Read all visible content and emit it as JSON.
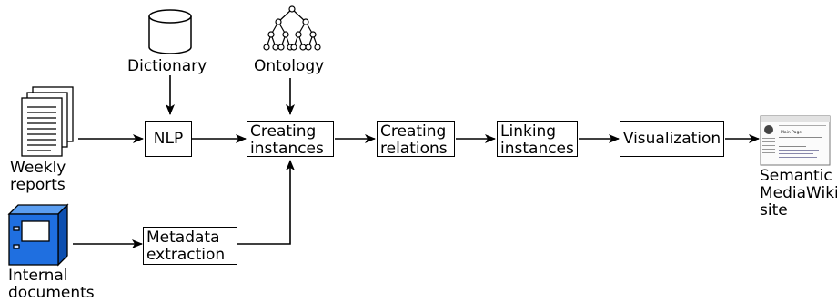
{
  "sources": {
    "dictionary": "Dictionary",
    "ontology": "Ontology",
    "weekly_reports": "Weekly\nreports",
    "internal_documents": "Internal\ndocuments"
  },
  "steps": {
    "nlp": "NLP",
    "creating_instances": "Creating\ninstances",
    "creating_relations": "Creating\nrelations",
    "linking_instances": "Linking\ninstances",
    "visualization": "Visualization",
    "metadata_extraction": "Metadata\nextraction"
  },
  "output": {
    "site_label": "Semantic\nMediaWiki\nsite",
    "wiki_page_title": "Main Page"
  },
  "colors": {
    "binder_blue": "#1f6fe0",
    "line": "#000000"
  }
}
